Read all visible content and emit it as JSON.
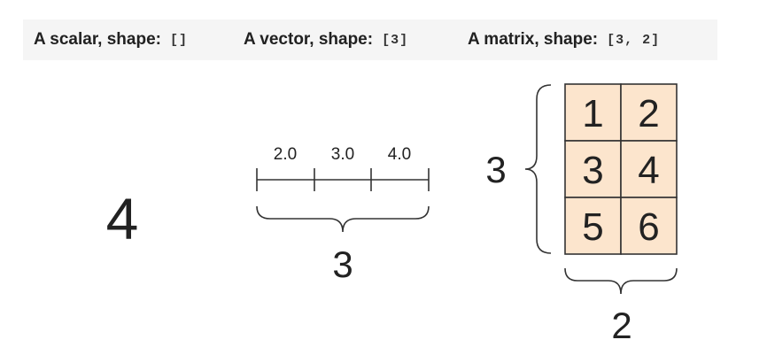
{
  "header": {
    "scalar_label": "A scalar, shape:",
    "scalar_shape": "[]",
    "vector_label": "A vector, shape:",
    "vector_shape": "[3]",
    "matrix_label": "A matrix, shape:",
    "matrix_shape": "[3, 2]"
  },
  "scalar": {
    "value": "4"
  },
  "vector": {
    "values": [
      "2.0",
      "3.0",
      "4.0"
    ],
    "length_label": "3"
  },
  "matrix": {
    "cells": [
      [
        "1",
        "2"
      ],
      [
        "3",
        "4"
      ],
      [
        "5",
        "6"
      ]
    ],
    "rows_label": "3",
    "cols_label": "2",
    "cell_color": "#fce5cd"
  }
}
